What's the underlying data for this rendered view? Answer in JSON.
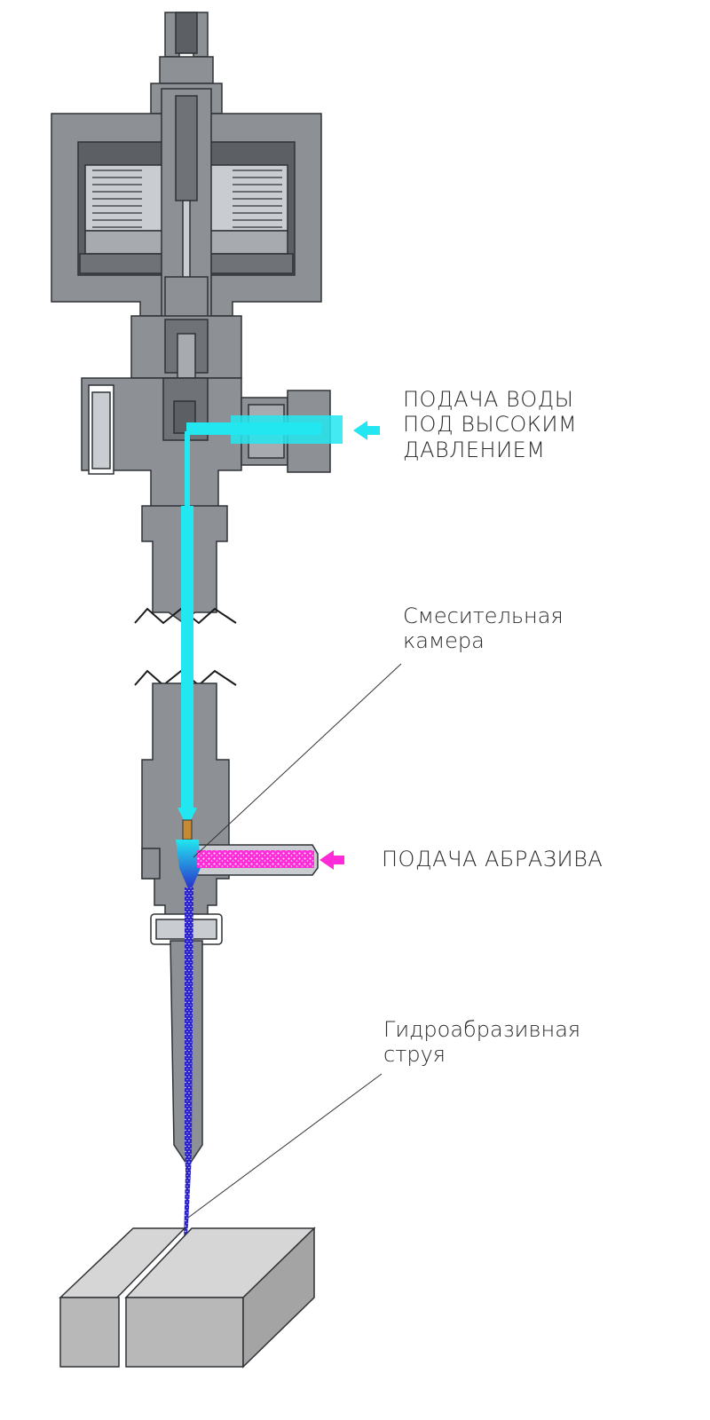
{
  "labels": {
    "water_inlet": {
      "line1": "ПОДАЧА ВОДЫ",
      "line2": "ПОД ВЫСОКИМ",
      "line3": "ДАВЛЕНИЕМ"
    },
    "mixing_chamber": {
      "line1": "Смесительная",
      "line2": "камера"
    },
    "abrasive_inlet": {
      "line1": "ПОДАЧА АБРАЗИВА"
    },
    "jet": {
      "line1": "Гидроабразивная",
      "line2": "струя"
    }
  },
  "colors": {
    "body_dark": "#6f7378",
    "body_mid": "#8d9196",
    "body_light": "#c9ccd0",
    "outline": "#2f3236",
    "water": "#22e6f0",
    "abrasive": "#ff2bd8",
    "jet": "#2b22c8",
    "workpiece_top": "#d2d2d2",
    "workpiece_side": "#b4b4b4",
    "arrow_water": "#22e6f0",
    "arrow_abrasive": "#ff2bd8"
  }
}
